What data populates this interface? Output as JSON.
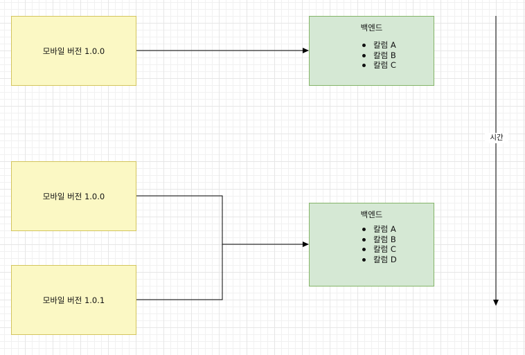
{
  "mobile_boxes": [
    {
      "label": "모바일 버전 1.0.0"
    },
    {
      "label": "모바일 버전 1.0.0"
    },
    {
      "label": "모바일 버전 1.0.1"
    }
  ],
  "backend_boxes": [
    {
      "title": "백엔드",
      "columns": [
        "칼럼 A",
        "칼럼 B",
        "칼럼 C"
      ]
    },
    {
      "title": "백엔드",
      "columns": [
        "칼럼 A",
        "칼럼 B",
        "칼럼 C",
        "칼럼 D"
      ]
    }
  ],
  "timeline": {
    "label": "시간"
  },
  "colors": {
    "mobile_fill": "#fbf8c4",
    "mobile_stroke": "#d2c45c",
    "backend_fill": "#d5e8d4",
    "backend_stroke": "#82b366",
    "connector": "#000000"
  }
}
